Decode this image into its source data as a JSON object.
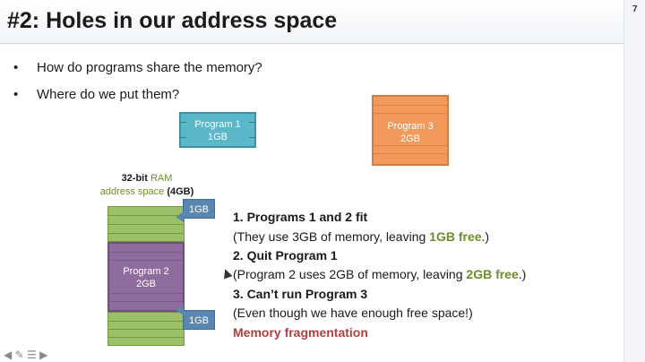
{
  "slide": {
    "title": "#2: Holes in our address space",
    "page_number": "7"
  },
  "bullets": [
    "How do programs share the memory?",
    "Where do we put them?"
  ],
  "programs": {
    "p1": {
      "name": "Program 1",
      "size": "1GB",
      "fill": "#5bb8c8",
      "border": "#3a94a6"
    },
    "p3": {
      "name": "Program 3",
      "size": "2GB",
      "fill": "#f29a5c",
      "border": "#d07a3e"
    },
    "p2": {
      "name": "Program 2",
      "size": "2GB",
      "fill": "#8f6c9e",
      "border": "#6d4e7d"
    }
  },
  "ram": {
    "label_prefix": "32-bit",
    "label_ram": "RAM",
    "label_address": "address space",
    "label_size": "(4GB)",
    "free_color": "#9cc06a",
    "free_border": "#6f9a3e",
    "callout_top": "1GB",
    "callout_bottom": "1GB"
  },
  "notes": {
    "n1_title": "1. Programs 1 and 2 fit",
    "n1_detail_a": "(They use 3GB of memory, leaving ",
    "n1_detail_hl": "1GB free",
    "n1_detail_b": ".)",
    "n2_title": "2. Quit Program 1",
    "n2_detail_a": "(Program 2 uses 2GB of memory, leaving ",
    "n2_detail_hl": "2GB free",
    "n2_detail_b": ".)",
    "n3_title": "3. Can’t run Program 3",
    "n3_detail": "(Even though we have enough free space!)",
    "conclusion": "Memory fragmentation"
  },
  "nav": {
    "prev_icon": "arrow-left-icon",
    "pen_icon": "pen-icon",
    "menu_icon": "menu-icon",
    "next_icon": "arrow-right-icon"
  }
}
